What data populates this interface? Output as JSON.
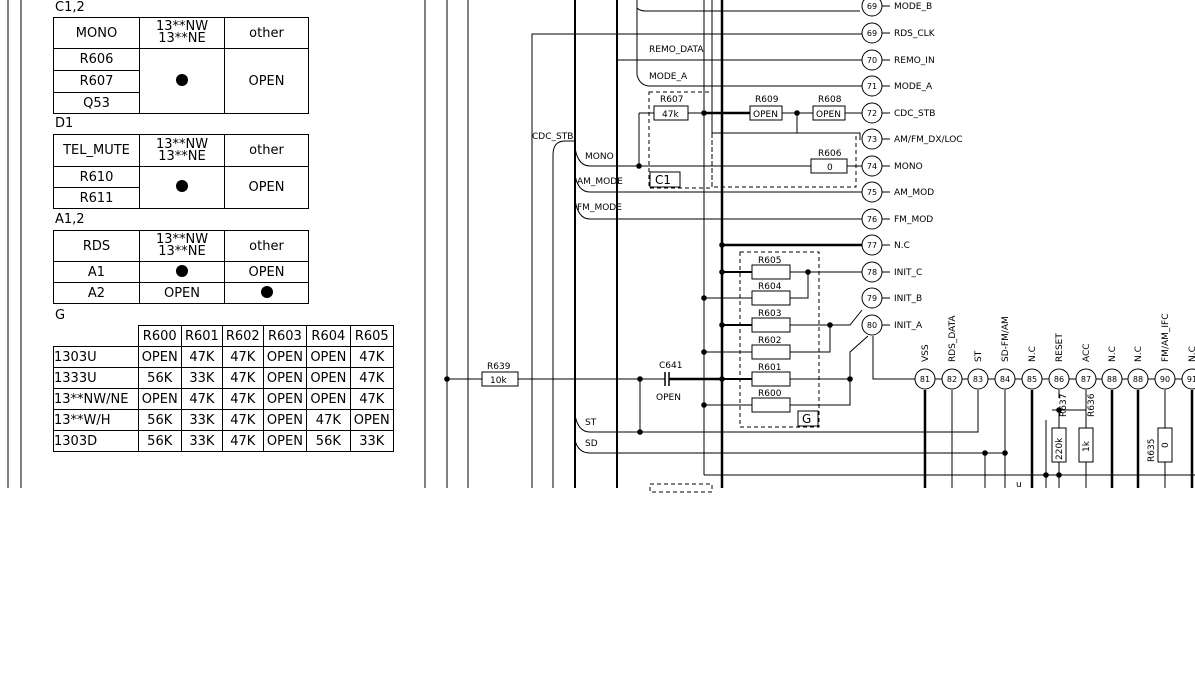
{
  "tables": {
    "c12": {
      "title": "C1,2",
      "head": [
        "MONO",
        "13**NW",
        "13**NE",
        "other"
      ],
      "rows": [
        "R606",
        "R607",
        "Q53"
      ],
      "open": "OPEN"
    },
    "d1": {
      "title": "D1",
      "head": [
        "TEL_MUTE",
        "13**NW",
        "13**NE",
        "other"
      ],
      "rows": [
        "R610",
        "R611"
      ],
      "open": "OPEN"
    },
    "a12": {
      "title": "A1,2",
      "head": [
        "RDS",
        "13**NW",
        "13**NE",
        "other"
      ],
      "r1": "A1",
      "r1c3": "OPEN",
      "r2": "A2",
      "r2c2": "OPEN"
    },
    "g": {
      "title": "G",
      "cols": [
        "R600",
        "R601",
        "R602",
        "R603",
        "R604",
        "R605"
      ],
      "rows": [
        {
          "name": "1303U",
          "v": [
            "OPEN",
            "47K",
            "47K",
            "OPEN",
            "OPEN",
            "47K"
          ]
        },
        {
          "name": "1333U",
          "v": [
            "56K",
            "33K",
            "47K",
            "OPEN",
            "OPEN",
            "47K"
          ]
        },
        {
          "name": "13**NW/NE",
          "v": [
            "OPEN",
            "47K",
            "47K",
            "OPEN",
            "OPEN",
            "47K"
          ]
        },
        {
          "name": "13**W/H",
          "v": [
            "56K",
            "33K",
            "47K",
            "OPEN",
            "47K",
            "OPEN"
          ]
        },
        {
          "name": "1303D",
          "v": [
            "56K",
            "33K",
            "47K",
            "OPEN",
            "56K",
            "33K"
          ]
        }
      ]
    }
  },
  "schematic": {
    "pins_right": [
      {
        "n": "69",
        "label": "MODE_B"
      },
      {
        "n": "69",
        "label": "RDS_CLK"
      },
      {
        "n": "70",
        "label": "REMO_IN"
      },
      {
        "n": "71",
        "label": "MODE_A"
      },
      {
        "n": "72",
        "label": "CDC_STB"
      },
      {
        "n": "73",
        "label": "AM/FM_DX/LOC"
      },
      {
        "n": "74",
        "label": "MONO"
      },
      {
        "n": "75",
        "label": "AM_MOD"
      },
      {
        "n": "76",
        "label": "FM_MOD"
      },
      {
        "n": "77",
        "label": "N.C"
      },
      {
        "n": "78",
        "label": "INIT_C"
      },
      {
        "n": "79",
        "label": "INIT_B"
      },
      {
        "n": "80",
        "label": "INIT_A"
      }
    ],
    "pins_bottom": [
      {
        "n": "81",
        "label": "VSS"
      },
      {
        "n": "82",
        "label": "RDS_DATA"
      },
      {
        "n": "83",
        "label": "ST"
      },
      {
        "n": "84",
        "label": "SD-FM/AM"
      },
      {
        "n": "85",
        "label": "N.C"
      },
      {
        "n": "86",
        "label": "RESET"
      },
      {
        "n": "87",
        "label": "ACC"
      },
      {
        "n": "88",
        "label": "N.C"
      },
      {
        "n": "88",
        "label": "N.C"
      },
      {
        "n": "90",
        "label": "FM/AM_IFC"
      },
      {
        "n": "91",
        "label": "N.C"
      }
    ],
    "nets": {
      "remo_data": "REMO_DATA",
      "mode_a": "MODE_A",
      "cdc_stb": "CDC_STB",
      "mono": "MONO",
      "am_mode": "AM_MODE",
      "fm_mode": "FM_MODE",
      "st": "ST",
      "sd": "SD"
    },
    "parts": {
      "r607": {
        "ref": "R607",
        "val": "47k"
      },
      "r609": {
        "ref": "R609",
        "val": "OPEN"
      },
      "r608": {
        "ref": "R608",
        "val": "OPEN"
      },
      "r606": {
        "ref": "R606",
        "val": "0"
      },
      "c1": "C1",
      "g": "G",
      "r639": {
        "ref": "R639",
        "val": "10k"
      },
      "c641": {
        "ref": "C641",
        "val": "OPEN"
      },
      "r_group": [
        "R605",
        "R604",
        "R603",
        "R602",
        "R601",
        "R600"
      ],
      "r637": {
        "ref": "R637",
        "val": "220k"
      },
      "r636": {
        "ref": "R636",
        "val": "1k"
      },
      "r635": {
        "ref": "R635",
        "val": "0"
      },
      "bottom_marker": "u"
    }
  }
}
